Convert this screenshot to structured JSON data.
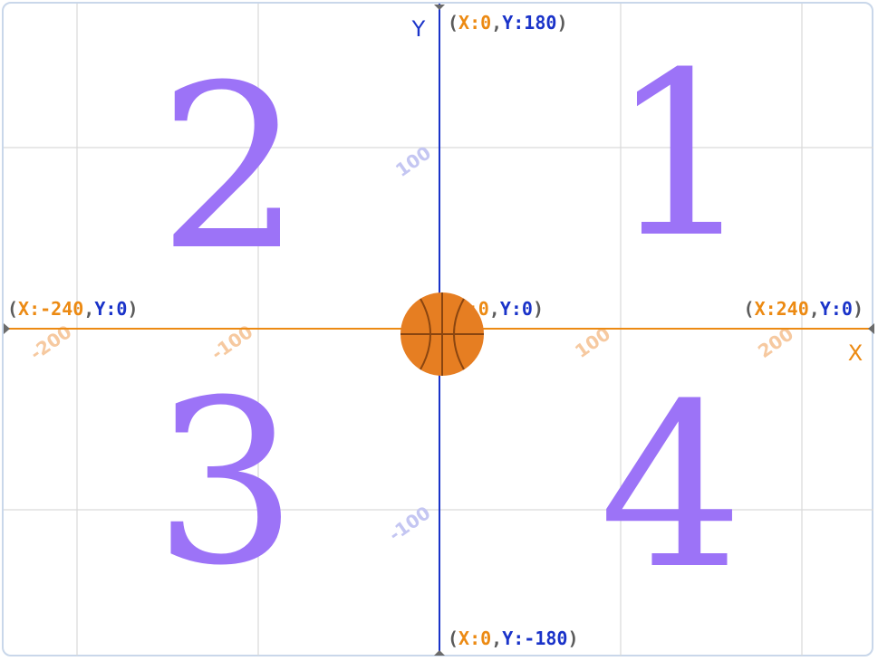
{
  "axes": {
    "y_name": "Y",
    "x_name": "X"
  },
  "coordinate_labels": {
    "top": {
      "open": "(",
      "x_label": "X:0",
      "comma": ",",
      "y_label": "Y:180",
      "close": ")"
    },
    "bottom": {
      "open": "(",
      "x_label": "X:0",
      "comma": ",",
      "y_label": "Y:-180",
      "close": ")"
    },
    "left": {
      "open": "(",
      "x_label": "X:-240",
      "comma": ",",
      "y_label": "Y:0",
      "close": ")"
    },
    "right": {
      "open": "(",
      "x_label": "X:240",
      "comma": ",",
      "y_label": "Y:0",
      "close": ")"
    },
    "center": {
      "open": "(",
      "x_label": "X:0",
      "comma": ",",
      "y_label": "Y:0",
      "close": ")"
    }
  },
  "x_ticks": [
    "-200",
    "-100",
    "100",
    "200"
  ],
  "y_ticks": [
    "100",
    "-100"
  ],
  "quadrants": {
    "q1": "1",
    "q2": "2",
    "q3": "3",
    "q4": "4"
  },
  "sprite": {
    "name": "basketball-icon"
  },
  "colors": {
    "x_axis": "#ec8a13",
    "y_axis": "#1a33c9",
    "grid": "#d9d9d9",
    "quadrant_numbers": "#9c73f7",
    "basketball": "#e67e22"
  }
}
